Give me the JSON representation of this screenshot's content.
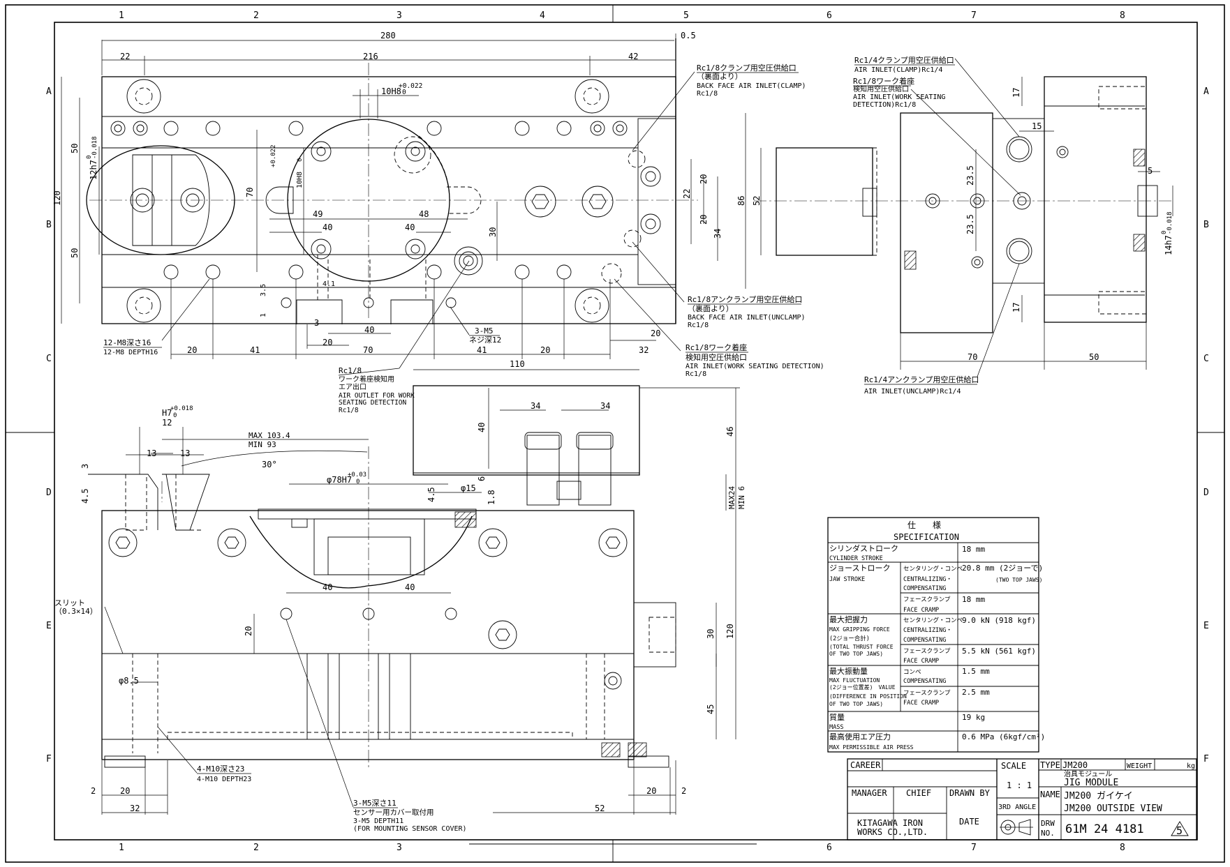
{
  "zones": {
    "columns": [
      "1",
      "2",
      "3",
      "4",
      "5",
      "6",
      "7",
      "8"
    ],
    "rows": [
      "A",
      "B",
      "C",
      "D",
      "E",
      "F"
    ]
  },
  "top_view_dims": {
    "overall": "280",
    "offset": "0.5",
    "left": "22",
    "mid": "216",
    "right": "42",
    "bore_fit": "10H8",
    "bore_tol_upper": "+0.022",
    "bore_tol_lower": "0",
    "height_120": "120",
    "h50a": "50",
    "h50b": "50",
    "jaw_fit": "12h7",
    "jaw_tol": "-0.018",
    "jaw_tol0": "0",
    "h70": "70",
    "v_fit": "10H8",
    "v_tol": "+0.022",
    "v_tol0": "0",
    "d49": "49",
    "d48": "48",
    "d40a": "40",
    "d40b": "40",
    "d30": "30",
    "d22": "22",
    "d20a": "20",
    "d20b": "20",
    "d34": "34",
    "d3_5": "3.5",
    "d1": "1",
    "d4_1": "4.1",
    "d3": "3",
    "d20c": "20",
    "d40c": "40",
    "bot_20a": "20",
    "bot_41a": "41",
    "bot_70": "70",
    "bot_41b": "41",
    "bot_20b": "20",
    "bot_32": "32",
    "bot_20c": "20"
  },
  "top_view_notes": {
    "clamp_back": [
      "Rc1/8クランプ用空圧供給口",
      "（裏面より）",
      "BACK FACE AIR INLET(CLAMP)",
      "Rc1/8"
    ],
    "unclamp_back": [
      "Rc1/8アンクランプ用空圧供給口",
      "（裏面より）",
      "BACK FACE AIR INLET(UNCLAMP)",
      "Rc1/8"
    ],
    "work_seat": [
      "Rc1/8ワーク着座",
      "検知用空圧供給口",
      "AIR INLET(WORK SEATING DETECTION)",
      "Rc1/8"
    ],
    "m8": [
      "12-M8深さ16",
      "12-M8 DEPTH16"
    ],
    "m5": [
      "3-M5",
      "ネジ深12"
    ],
    "outlet": [
      "Rc1/8",
      "ワーク着座検知用",
      "エア出口",
      "AIR OUTLET FOR WORK",
      "SEATING DETECTION",
      "Rc1/8"
    ]
  },
  "side_view_dims": {
    "d17a": "17",
    "d17b": "17",
    "d15": "15",
    "d23_5a": "23.5",
    "d23_5b": "23.5",
    "d86": "86",
    "d52": "52",
    "d5": "5",
    "fit_14h7": "14h7",
    "fit_tol": "-0.018",
    "fit_tol0": "0",
    "d70": "70",
    "d50": "50"
  },
  "side_view_notes": {
    "clamp14": [
      "Rc1/4クランプ用空圧供給口",
      "AIR INLET(CLAMP)Rc1/4"
    ],
    "seat8": [
      "Rc1/8ワーク着座",
      "検知用空圧供給口",
      "AIR INLET(WORK SEATING",
      "DETECTION)Rc1/8"
    ],
    "unclamp14": [
      "Rc1/4アンクランプ用空圧供給口",
      "AIR INLET(UNCLAMP)Rc1/4"
    ]
  },
  "front_view_dims": {
    "h7": "H7",
    "h7_tol": "+0.018",
    "h7_tol0": "0",
    "d12": "12",
    "d13a": "13",
    "d13b": "13",
    "max": "MAX 103.4",
    "min": "MIN  93",
    "angle": "30°",
    "d3": "3",
    "d4_5": "4.5",
    "phi78": "φ78H7",
    "phi78_tol": "+0.03",
    "phi78_tol0": "0",
    "d4_5b": "4.5",
    "phi15": "φ15",
    "d1_8": "1.8",
    "d110": "110",
    "d34a": "34",
    "d34b": "34",
    "d40": "40",
    "d6": "6",
    "d46": "46",
    "max24": "MAX24",
    "min6": "MIN 6",
    "d40a": "40",
    "d40b": "40",
    "d20": "20",
    "d30": "30",
    "d120": "120",
    "phi8_5": "φ8.5",
    "d45": "45",
    "d2a": "2",
    "d20b": "20",
    "d32": "32",
    "d52": "52",
    "d20c": "20",
    "d2b": "2"
  },
  "front_view_notes": {
    "slit": [
      "スリット",
      "（0.3×14）"
    ],
    "m10": [
      "4-M10深さ23",
      "4-M10 DEPTH23"
    ],
    "m5_cover": [
      "3-M5深さ11",
      "センサー用カバー取付用",
      "3-M5 DEPTH11",
      "(FOR MOUNTING SENSOR COVER)"
    ]
  },
  "spec": {
    "title_jp": "仕　　様",
    "title_en": "SPECIFICATION",
    "rows": [
      {
        "jp": "シリンダストローク",
        "en": "CYLINDER STROKE",
        "sub_jp": "",
        "sub_en": "",
        "value": "18 mm",
        "note": ""
      },
      {
        "jp": "ジョーストローク",
        "en": "JAW STROKE",
        "sub_jp": "センタリング・コンペ",
        "sub_en": "CENTRALIZING・COMPENSATING",
        "value": "20.8 mm (2ジョーで)",
        "note": "(TWO TOP JAWS)"
      },
      {
        "jp": "",
        "en": "",
        "sub_jp": "フェースクランプ",
        "sub_en": "FACE CRAMP",
        "value": "18 mm",
        "note": ""
      },
      {
        "jp": "最大把握力",
        "en": "MAX GRIPPING FORCE",
        "extra": [
          "(2ジョー合計)",
          "(TOTAL THRUST FORCE",
          " OF TWO TOP JAWS)"
        ],
        "sub_jp": "センタリング・コンペ",
        "sub_en": "CENTRALIZING・COMPENSATING",
        "value": "9.0 kN (918 kgf)",
        "note": ""
      },
      {
        "jp": "",
        "en": "",
        "sub_jp": "フェースクランプ",
        "sub_en": "FACE CRAMP",
        "value": "5.5 kN (561 kgf)",
        "note": ""
      },
      {
        "jp": "最大振動量",
        "en": "MAX FLUCTUATION",
        "extra": [
          "(2ジョー位置差)　VALUE",
          "(DIFFERENCE IN POSITION",
          " OF TWO TOP JAWS)"
        ],
        "sub_jp": "コンペ",
        "sub_en": "COMPENSATING",
        "value": "1.5 mm",
        "note": ""
      },
      {
        "jp": "",
        "en": "",
        "sub_jp": "フェースクランプ",
        "sub_en": "FACE CRAMP",
        "value": "2.5 mm",
        "note": ""
      },
      {
        "jp": "質量",
        "en": "MASS",
        "sub_jp": "",
        "sub_en": "",
        "value": "19 kg",
        "note": ""
      },
      {
        "jp": "最高使用エア圧力",
        "en": "MAX PERMISSIBLE AIR PRESS",
        "sub_jp": "",
        "sub_en": "",
        "value": "0.6 MPa (6kgf/cm²)",
        "note": ""
      }
    ]
  },
  "title_block": {
    "career": "CAREER",
    "scale_label": "SCALE",
    "scale_value": "1 : 1",
    "type_label": "TYPE",
    "type_value": "JM200",
    "weight_label": "WEIGHT",
    "weight_unit": "kg",
    "manager": "MANAGER",
    "chief": "CHIEF",
    "drawn_by": "DRAWN BY",
    "name_label": "NAME",
    "name_jp": "治具モジュール",
    "name_en": "JIG MODULE",
    "name_line2": "JM200 ガイケイ",
    "name_line3": "JM200 OUTSIDE VIEW",
    "angle": "3RD ANGLE",
    "company1": "KITAGAWA IRON",
    "company2": "WORKS CO.,LTD.",
    "date": "DATE",
    "drw_label1": "DRW",
    "drw_label2": "NO.",
    "drw_no": "61M 24 4181",
    "rev": "5"
  }
}
